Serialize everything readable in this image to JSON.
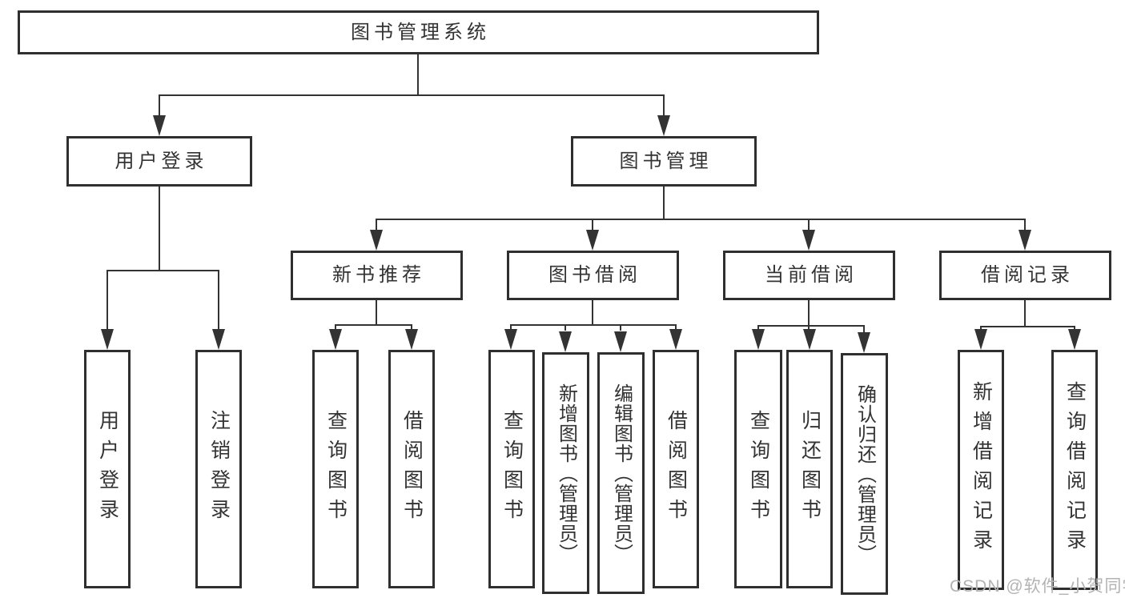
{
  "tree": {
    "label": "图书管理系统",
    "children": [
      {
        "label": "用户登录",
        "children": [
          {
            "label": "用户登录"
          },
          {
            "label": "注销登录"
          }
        ]
      },
      {
        "label": "图书管理",
        "children": [
          {
            "label": "新书推荐",
            "children": [
              {
                "label": "查询图书"
              },
              {
                "label": "借阅图书"
              }
            ]
          },
          {
            "label": "图书借阅",
            "children": [
              {
                "label": "查询图书"
              },
              {
                "label": "新增图书（管理员）"
              },
              {
                "label": "编辑图书（管理员）"
              },
              {
                "label": "借阅图书"
              }
            ]
          },
          {
            "label": "当前借阅",
            "children": [
              {
                "label": "查询图书"
              },
              {
                "label": "归还图书"
              },
              {
                "label": "确认归还（管理员）"
              }
            ]
          },
          {
            "label": "借阅记录",
            "children": [
              {
                "label": "新增借阅记录"
              },
              {
                "label": "查询借阅记录"
              }
            ]
          }
        ]
      }
    ]
  },
  "watermark": "CSDN @软件_小贺同学",
  "colors": {
    "line": "#333333",
    "border": "#2f2f2f",
    "text": "#333333",
    "watermark": "#b3b3b3",
    "background": "#ffffff"
  }
}
